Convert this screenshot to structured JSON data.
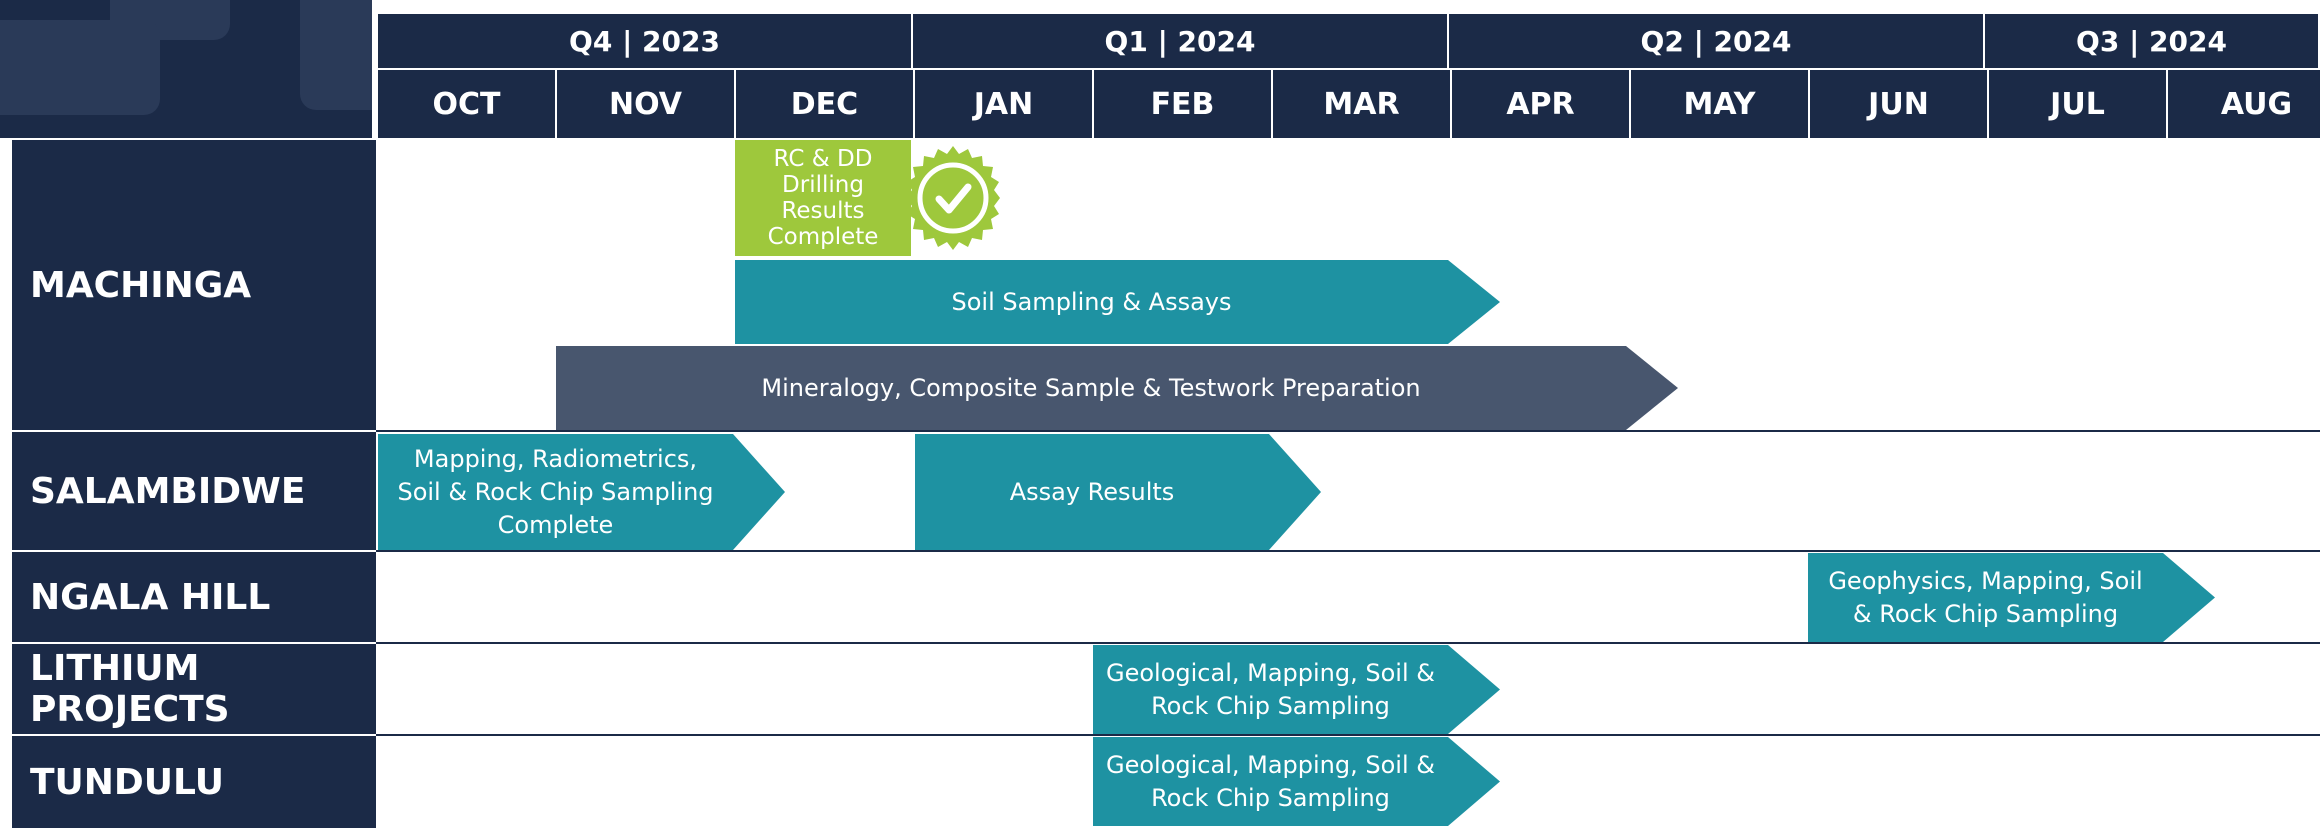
{
  "colors": {
    "header_bg": "#1b2a47",
    "teal": "#1e92a2",
    "slate": "#48566e",
    "green": "#9ec83c",
    "white": "#ffffff"
  },
  "quarters": [
    "Q4 | 2023",
    "Q1 | 2024",
    "Q2 | 2024",
    "Q3 | 2024"
  ],
  "months": [
    "OCT",
    "NOV",
    "DEC",
    "JAN",
    "FEB",
    "MAR",
    "APR",
    "MAY",
    "JUN",
    "JUL",
    "AUG"
  ],
  "rows": [
    "MACHINGA",
    "SALAMBIDWE",
    "NGALA HILL",
    "LITHIUM PROJECTS",
    "TUNDULU"
  ],
  "milestone": {
    "label": "RC & DD\nDrilling\nResults\nComplete",
    "icon": "check-badge-icon"
  },
  "tasks": [
    {
      "label": "Soil Sampling & Assays"
    },
    {
      "label": "Mineralogy, Composite Sample & Testwork Preparation"
    },
    {
      "label": "Mapping, Radiometrics,\nSoil & Rock Chip Sampling\nComplete"
    },
    {
      "label": "Assay Results"
    },
    {
      "label": "Geophysics, Mapping, Soil\n& Rock Chip Sampling"
    },
    {
      "label": "Geological, Mapping, Soil &\nRock Chip Sampling"
    },
    {
      "label": "Geological, Mapping, Soil &\nRock Chip Sampling"
    }
  ]
}
